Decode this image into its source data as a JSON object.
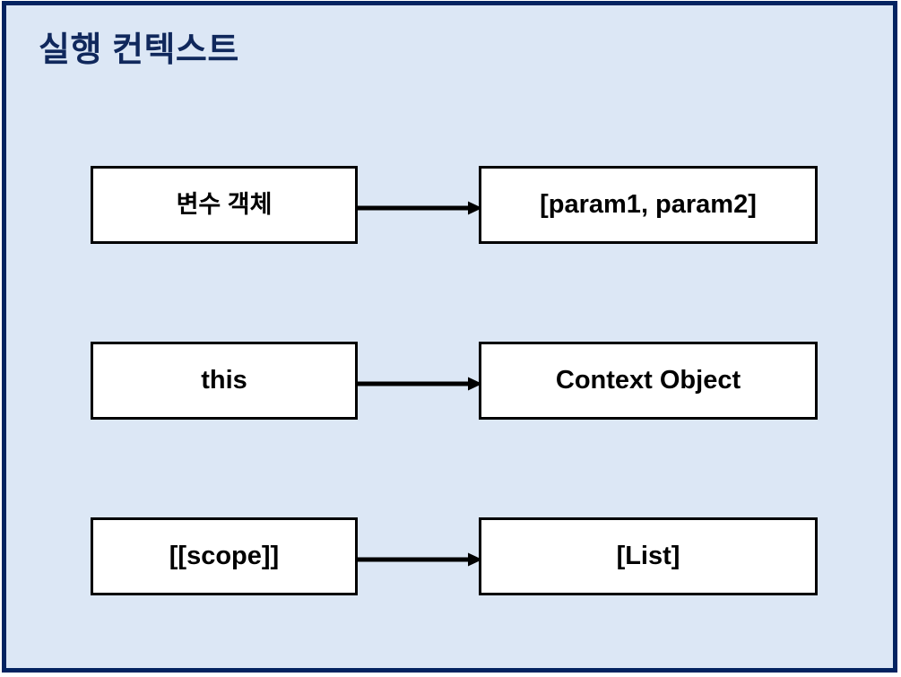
{
  "slide": {
    "title": "실행 컨텍스트",
    "background_color": "#dce7f5",
    "border_color": "#032360",
    "title_color": "#10285c",
    "box_background": "#ffffff",
    "box_border_color": "#000000",
    "arrow_color": "#000000"
  },
  "diagram": {
    "arrow_icon": "arrow-right-icon",
    "rows": [
      {
        "left": {
          "label": "변수 객체",
          "script": "korean"
        },
        "right": {
          "label": "[param1, param2]",
          "script": "latin"
        }
      },
      {
        "left": {
          "label": "this",
          "script": "latin"
        },
        "right": {
          "label": "Context Object",
          "script": "latin"
        }
      },
      {
        "left": {
          "label": "[[scope]]",
          "script": "latin"
        },
        "right": {
          "label": "[List]",
          "script": "latin"
        }
      }
    ]
  }
}
